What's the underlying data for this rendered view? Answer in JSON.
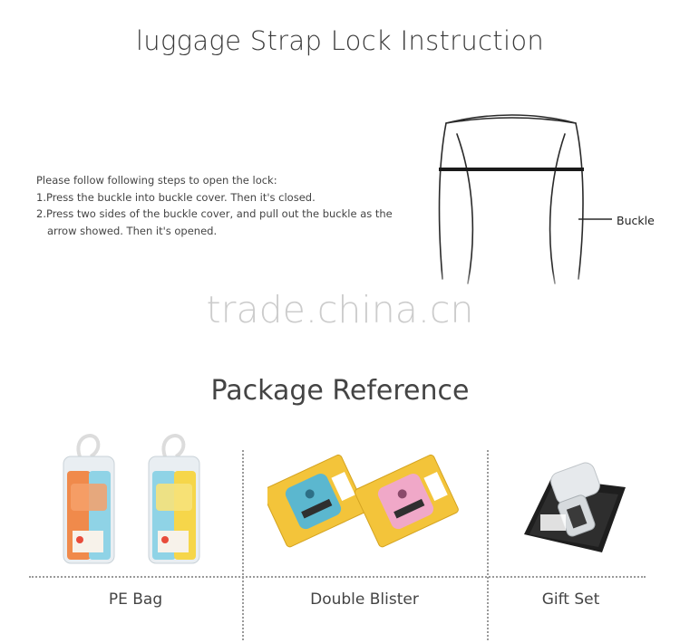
{
  "header": {
    "title": "luggage Strap Lock Instruction"
  },
  "instructions": {
    "intro": "Please follow following steps to open the lock:",
    "step1": "1.Press the buckle into buckle cover. Then it's closed.",
    "step2_line1": "2.Press two sides of the buckle cover, and pull out the buckle as the",
    "step2_line2": "arrow showed. Then it's opened."
  },
  "diagram": {
    "callout": "Buckle"
  },
  "watermark": "trade.china.cn",
  "package": {
    "title": "Package Reference",
    "options": [
      {
        "label": "PE Bag"
      },
      {
        "label": "Double Blister"
      },
      {
        "label": "Gift Set"
      }
    ]
  },
  "colors": {
    "pe_orange": "#f08a4b",
    "pe_yellow": "#f6d64a",
    "pe_blue": "#8fd3e6",
    "blister_card": "#f3c43a",
    "lock_blue": "#5bb7cf",
    "lock_pink": "#f0a8c8",
    "gift_box": "#1e1e1e"
  }
}
